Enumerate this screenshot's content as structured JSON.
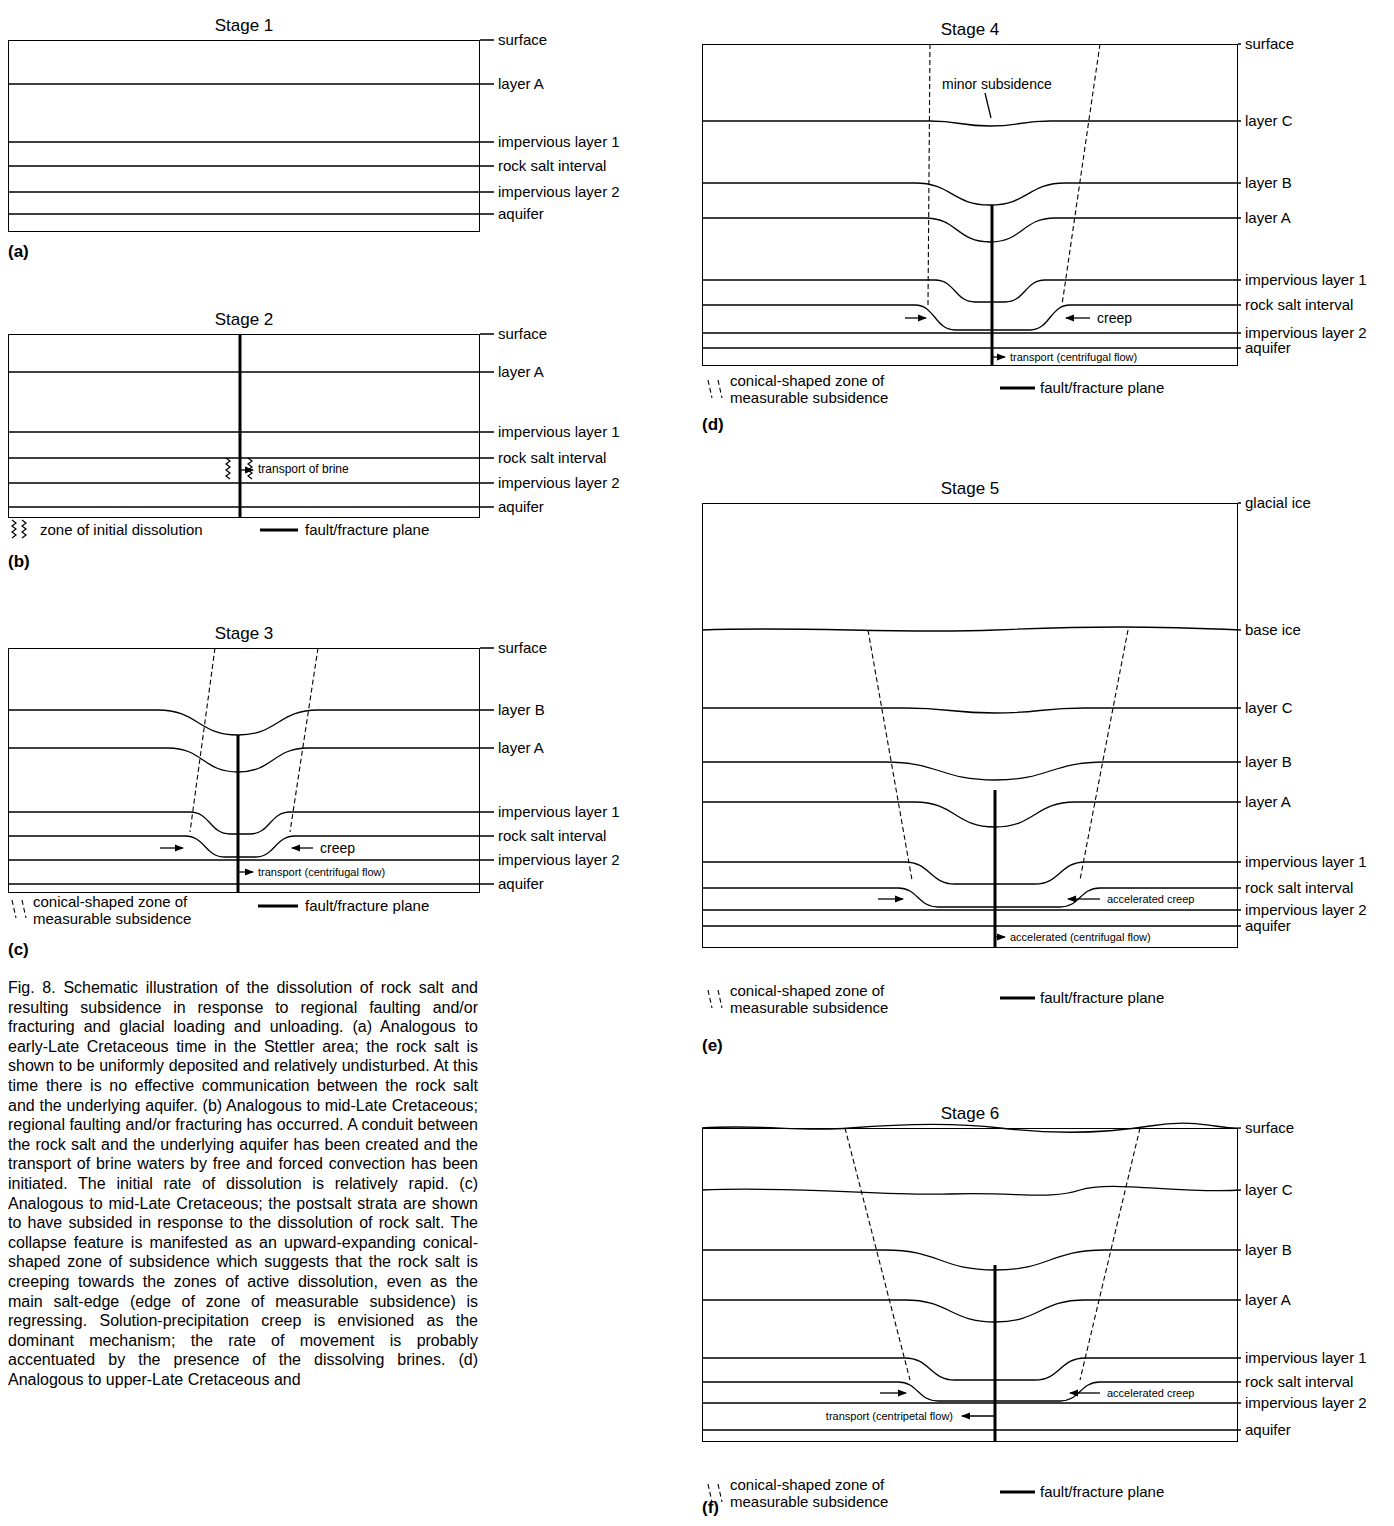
{
  "diagram": {
    "caption": "Fig. 8. Schematic illustration of the dissolution of rock salt and resulting subsidence in response to regional faulting and/or fracturing and glacial loading and unloading. (a) Analogous to early-Late Cretaceous time in the Stettler area; the rock salt is shown to be uniformly deposited and relatively undisturbed. At this time there is no effective communication between the rock salt and the underlying aquifer. (b) Analogous to mid-Late Cretaceous; regional faulting and/or fracturing has occurred. A conduit between the rock salt and the underlying aquifer has been created and the transport of brine waters by free and forced convection has been initiated. The initial rate of dissolution is relatively rapid. (c) Analogous to mid-Late Cretaceous; the postsalt strata are shown to have subsided in response to the dissolution of rock salt. The collapse feature is manifested as an upward-expanding conical-shaped zone of subsidence which suggests that the rock salt is creeping towards the zones of active dissolution, even as the main salt-edge (edge of zone of measurable subsidence) is regressing. Solution-precipitation creep is envisioned as the dominant mechanism; the rate of movement is probably accentuated by the presence of the dissolving brines. (d) Analogous to upper-Late Cretaceous and",
    "nodes": [
      {
        "text": [
          "Stage 1"
        ]
      },
      {
        "text": [
          "Stage 2"
        ]
      },
      {
        "text": [
          "Stage 3"
        ]
      },
      {
        "text": [
          "Stage 4"
        ]
      },
      {
        "text": [
          "Stage 5"
        ]
      },
      {
        "text": [
          "Stage 6"
        ]
      }
    ],
    "labels": [
      "surface",
      "layer A",
      "impervious layer 1",
      "rock salt interval",
      "impervious layer 2",
      "aquifer",
      "(a)",
      "surface",
      "layer A",
      "impervious layer 1",
      "rock salt interval",
      "impervious layer 2",
      "aquifer",
      "transport of brine",
      "(b)",
      "surface",
      "layer B",
      "layer A",
      "impervious layer 1",
      "rock salt interval",
      "impervious layer 2",
      "aquifer",
      "creep",
      "transport (centrifugal flow)",
      "(c)",
      "surface",
      "layer C",
      "layer B",
      "layer A",
      "impervious layer 1",
      "rock salt interval",
      "impervious layer 2",
      "aquifer",
      "minor subsidence",
      "creep",
      "transport (centrifugal flow)",
      "(d)",
      "glacial ice",
      "base ice",
      "layer C",
      "layer B",
      "layer A",
      "impervious layer 1",
      "rock salt interval",
      "impervious layer 2",
      "aquifer",
      "accelerated creep",
      "accelerated (centrifugal flow)",
      "(e)",
      "surface",
      "layer C",
      "layer B",
      "layer A",
      "impervious layer 1",
      "rock salt interval",
      "impervious layer 2",
      "aquifer",
      "accelerated creep",
      "transport (centripetal flow)",
      "(f)"
    ],
    "legend": [
      {
        "text": "zone of initial dissolution"
      },
      {
        "text": "fault/fracture plane"
      },
      {
        "text": "conical-shaped zone of measurable subsidence"
      },
      {
        "text": "fault/fracture plane"
      },
      {
        "text": "conical-shaped zone of measurable subsidence"
      },
      {
        "text": "fault/fracture plane"
      },
      {
        "text": "conical-shaped zone of measurable subsidence"
      },
      {
        "text": "fault/fracture plane"
      },
      {
        "text": "conical-shaped zone of measurable subsidence"
      },
      {
        "text": "fault/fracture plane"
      }
    ]
  }
}
